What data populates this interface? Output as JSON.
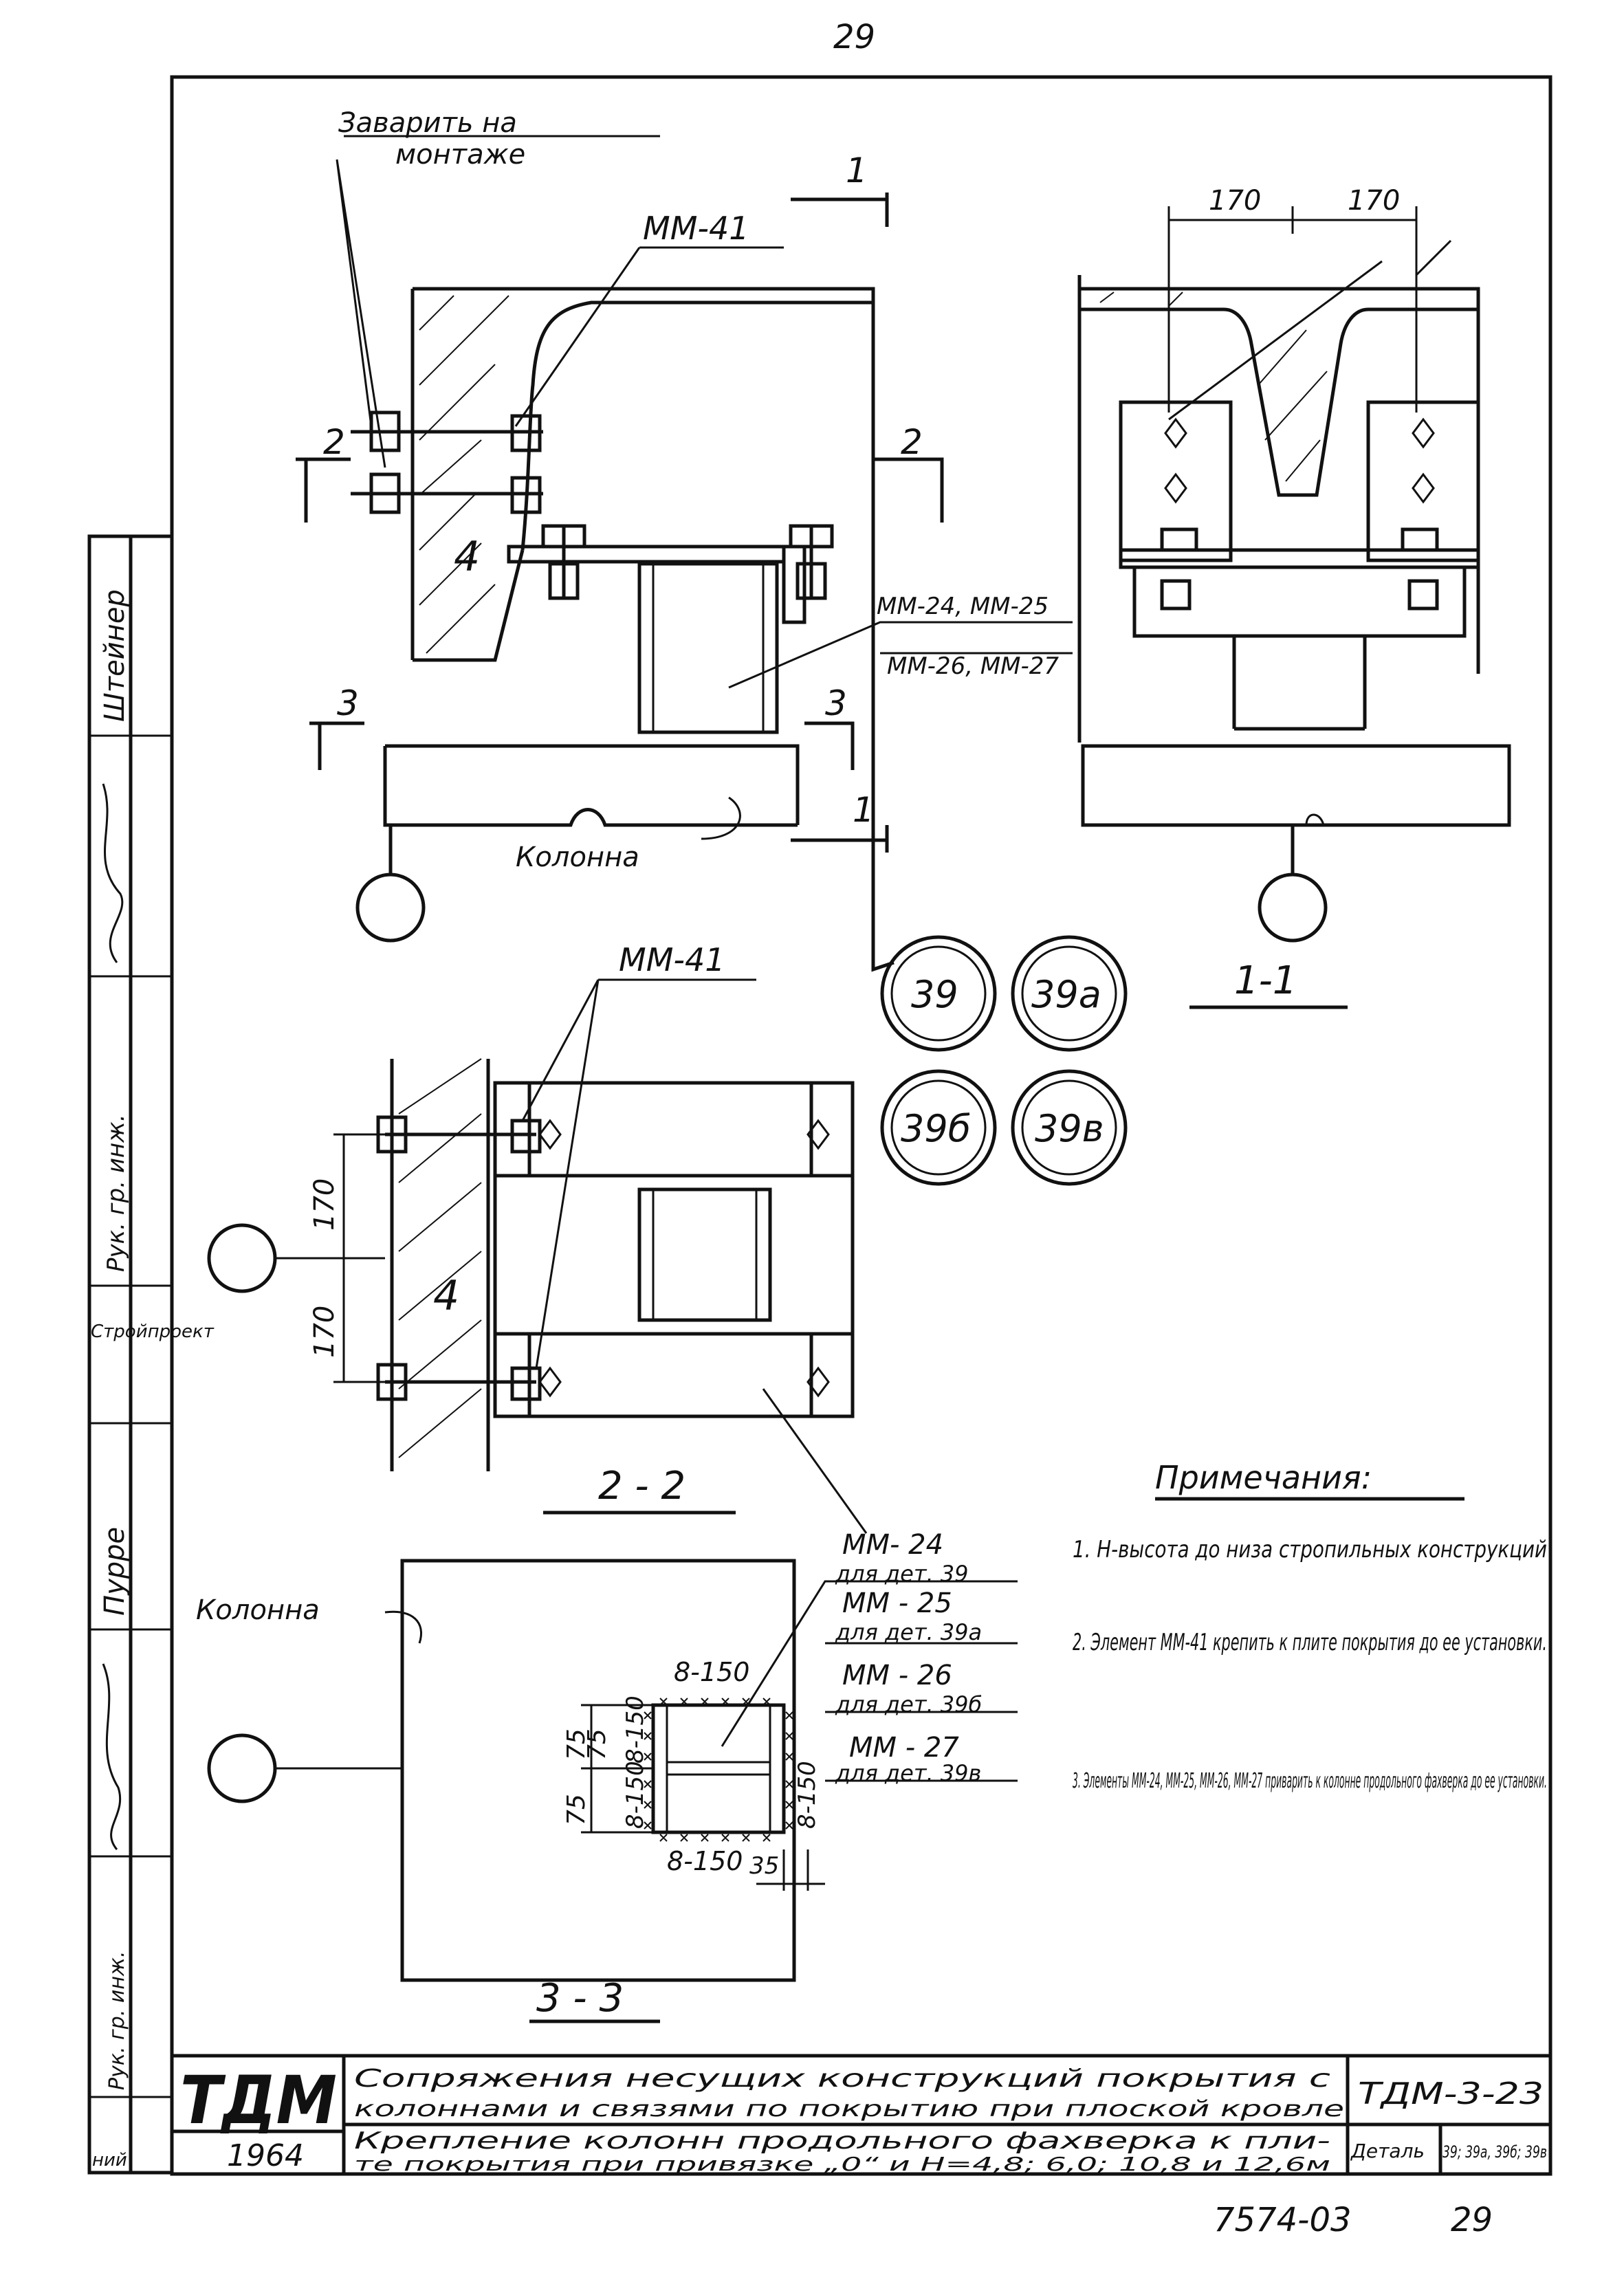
{
  "page_number": "29",
  "views": {
    "elevation": {
      "weld_note_line1": "Заварить на",
      "weld_note_line2": "монтаже",
      "mm41": "ММ-41",
      "mm24_25": "ММ-24, ММ-25",
      "mm26_27": "ММ-26, ММ-27",
      "column": "Колонна",
      "cut1": "1",
      "cut2": "2",
      "cut3": "3",
      "slab_mark": "4"
    },
    "section_1_1": {
      "dim_left": "170",
      "dim_right": "170",
      "title": "1-1"
    },
    "section_2_2": {
      "mm41": "ММ-41",
      "dim_top": "170",
      "dim_bottom": "170",
      "title": "2 - 2",
      "slab_mark": "4"
    },
    "section_3_3": {
      "column": "Колонна",
      "weld_top": "8-150",
      "weld_bottom": "8-150",
      "weld_left_top": "8-150",
      "weld_left_bottom": "8-150",
      "weld_right": "8-150",
      "dim_75a": "75",
      "dim_75b": "75",
      "dim_75c": "75",
      "dim_35": "35",
      "title": "3 - 3",
      "labels": [
        {
          "mark": "ММ- 24",
          "detail": "для дет. 39"
        },
        {
          "mark": "ММ - 25",
          "detail": "для дет. 39а"
        },
        {
          "mark": "ММ - 26",
          "detail": "для дет. 39б"
        },
        {
          "mark": "ММ - 27",
          "detail": "для дет. 39в"
        }
      ]
    }
  },
  "detail_badges": [
    "39",
    "39а",
    "39б",
    "39в"
  ],
  "notes": {
    "title": "Примечания:",
    "items": [
      "1. Н-высота до низа стропильных конструкций",
      "2. Элемент ММ-41 крепить к плите покрытия до ее установки.",
      "3. Элементы ММ-24, ММ-25, ММ-26, ММ-27 приварить к колонне продольного фахверка до ее установки."
    ]
  },
  "side_stamp": {
    "cells": [
      "Штейнер",
      "Рук. гр. инж.",
      "Стройпроект",
      "Пурре",
      "Рук. гр. инж.",
      "ний"
    ]
  },
  "title_block": {
    "logo": "ТДМ",
    "year": "1964",
    "title_line1": "Сопряжения несущих конструкций покрытия с",
    "title_line2": "колоннами и связями по покрытию при плоской кровле",
    "subtitle_line1": "Крепление колонн продольного фахверка к пли-",
    "subtitle_line2": "те покрытия при привязке „0“ и Н=4,8; 6,0; 10,8 и 12,6м",
    "code": "ТДМ-3-23",
    "detail_label": "Деталь",
    "detail_values": "39; 39а, 39б; 39в"
  },
  "footer_code": "7574-03",
  "footer_page": "29"
}
